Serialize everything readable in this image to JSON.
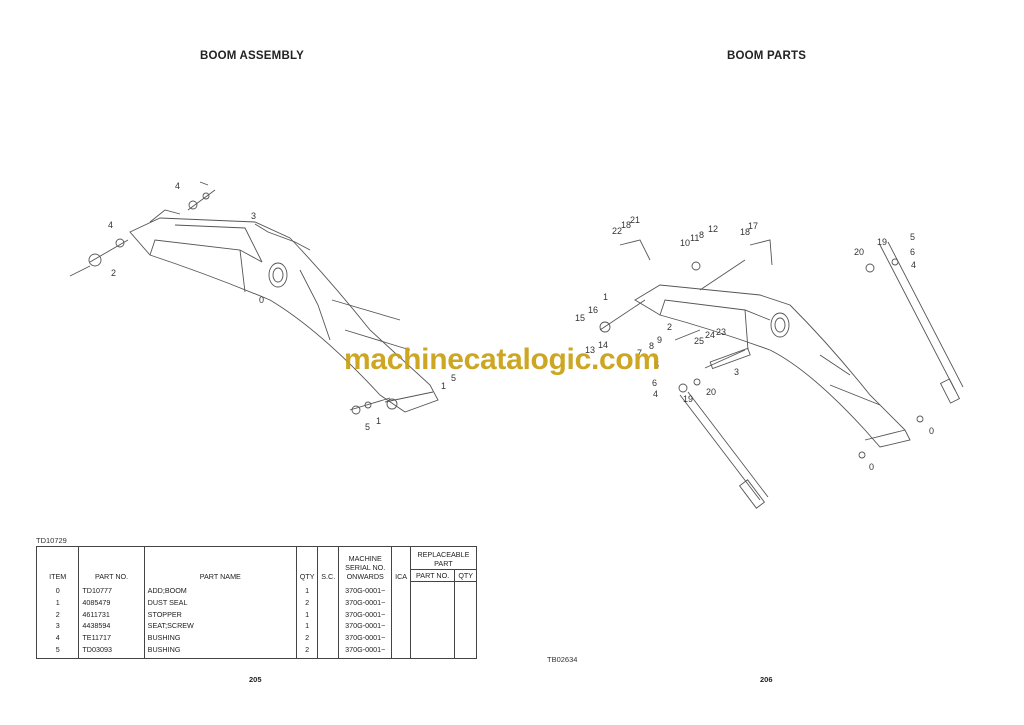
{
  "left_page": {
    "title": "BOOM ASSEMBLY",
    "figure_id": "TD10729",
    "page_number": "205",
    "callouts": [
      "4",
      "4",
      "2",
      "3",
      "0",
      "1",
      "5",
      "1",
      "5"
    ],
    "table": {
      "headers": {
        "item": "ITEM",
        "part_no": "PART NO.",
        "part_name": "PART NAME",
        "qty": "QTY",
        "sc": "S.C.",
        "serial": "MACHINE SERIAL NO. ONWARDS",
        "ica": "ICA",
        "replaceable": "REPLACEABLE PART",
        "rep_part_no": "PART NO.",
        "rep_qty": "QTY"
      },
      "rows": [
        {
          "item": "0",
          "part_no": "TD10777",
          "part_name": "ADD;BOOM",
          "qty": "1",
          "sc": "",
          "serial": "370G-0001~",
          "ica": "",
          "rep_part_no": "",
          "rep_qty": ""
        },
        {
          "item": "1",
          "part_no": "4085479",
          "part_name": "DUST SEAL",
          "qty": "2",
          "sc": "",
          "serial": "370G-0001~",
          "ica": "",
          "rep_part_no": "",
          "rep_qty": ""
        },
        {
          "item": "2",
          "part_no": "4611731",
          "part_name": "STOPPER",
          "qty": "1",
          "sc": "",
          "serial": "370G-0001~",
          "ica": "",
          "rep_part_no": "",
          "rep_qty": ""
        },
        {
          "item": "3",
          "part_no": "4438594",
          "part_name": "SEAT;SCREW",
          "qty": "1",
          "sc": "",
          "serial": "370G-0001~",
          "ica": "",
          "rep_part_no": "",
          "rep_qty": ""
        },
        {
          "item": "4",
          "part_no": "TE11717",
          "part_name": "BUSHING",
          "qty": "2",
          "sc": "",
          "serial": "370G-0001~",
          "ica": "",
          "rep_part_no": "",
          "rep_qty": ""
        },
        {
          "item": "5",
          "part_no": "TD03093",
          "part_name": "BUSHING",
          "qty": "2",
          "sc": "",
          "serial": "370G-0001~",
          "ica": "",
          "rep_part_no": "",
          "rep_qty": ""
        }
      ]
    }
  },
  "right_page": {
    "title": "BOOM PARTS",
    "figure_id": "TB02634",
    "page_number": "206",
    "callouts": [
      "22",
      "18",
      "21",
      "10",
      "11",
      "8",
      "12",
      "18",
      "17",
      "20",
      "19",
      "5",
      "6",
      "4",
      "1",
      "16",
      "15",
      "14",
      "13",
      "2",
      "25",
      "24",
      "23",
      "9",
      "8",
      "7",
      "5",
      "6",
      "4",
      "3",
      "19",
      "20",
      "0",
      "0"
    ]
  },
  "watermark": {
    "text": "machinecatalogic.com",
    "color": "#c9a012"
  }
}
